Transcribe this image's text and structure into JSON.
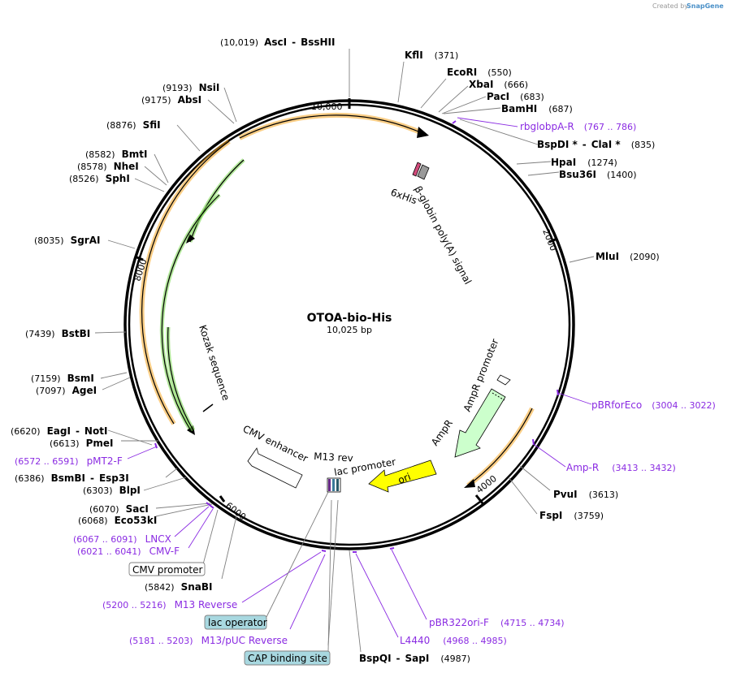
{
  "credit": {
    "prefix": "Created by",
    "brand": "SnapGene"
  },
  "plasmid": {
    "name": "OTOA-bio-His",
    "size": "10,025 bp"
  },
  "ticks": [
    {
      "label": "10,000"
    },
    {
      "label": "2000"
    },
    {
      "label": "4000"
    },
    {
      "label": "6000"
    },
    {
      "label": "8000"
    }
  ],
  "enzymes": [
    {
      "pos": "(10,019)",
      "name": "AscI",
      "sep": "-",
      "name2": "BssHII"
    },
    {
      "name": "KflI",
      "pos": "(371)"
    },
    {
      "name": "EcoRI",
      "pos": "(550)"
    },
    {
      "name": "XbaI",
      "pos": "(666)"
    },
    {
      "name": "PacI",
      "pos": "(683)"
    },
    {
      "name": "BamHI",
      "pos": "(687)"
    },
    {
      "name": "BspDI *",
      "sep": "-",
      "name2": "ClaI *",
      "pos": "(835)"
    },
    {
      "name": "HpaI",
      "pos": "(1274)"
    },
    {
      "name": "Bsu36I",
      "pos": "(1400)"
    },
    {
      "name": "MluI",
      "pos": "(2090)"
    },
    {
      "name": "PvuI",
      "pos": "(3613)"
    },
    {
      "name": "FspI",
      "pos": "(3759)"
    },
    {
      "name": "BspQI",
      "sep": "-",
      "name2": "SapI",
      "pos": "(4987)"
    },
    {
      "pos": "(5842)",
      "name": "SnaBI"
    },
    {
      "pos": "(6068)",
      "name": "Eco53kI"
    },
    {
      "pos": "(6070)",
      "name": "SacI"
    },
    {
      "pos": "(6303)",
      "name": "BlpI"
    },
    {
      "pos": "(6386)",
      "name": "BsmBI",
      "sep": "-",
      "name2": "Esp3I"
    },
    {
      "pos": "(6613)",
      "name": "PmeI"
    },
    {
      "pos": "(6620)",
      "name": "EagI",
      "sep": "-",
      "name2": "NotI"
    },
    {
      "pos": "(7097)",
      "name": "AgeI"
    },
    {
      "pos": "(7159)",
      "name": "BsmI"
    },
    {
      "pos": "(7439)",
      "name": "BstBI"
    },
    {
      "pos": "(8035)",
      "name": "SgrAI"
    },
    {
      "pos": "(8526)",
      "name": "SphI"
    },
    {
      "pos": "(8578)",
      "name": "NheI"
    },
    {
      "pos": "(8582)",
      "name": "BmtI"
    },
    {
      "pos": "(8876)",
      "name": "SfiI"
    },
    {
      "pos": "(9175)",
      "name": "AbsI"
    },
    {
      "pos": "(9193)",
      "name": "NsiI"
    }
  ],
  "primers": [
    {
      "name": "rbglobpA-R",
      "range": "(767 .. 786)"
    },
    {
      "name": "pBRforEco",
      "range": "(3004 .. 3022)"
    },
    {
      "name": "Amp-R",
      "range": "(3413 .. 3432)"
    },
    {
      "name": "pBR322ori-F",
      "range": "(4715 .. 4734)"
    },
    {
      "name": "L4440",
      "range": "(4968 .. 4985)"
    },
    {
      "name": "M13/pUC Reverse",
      "range": "(5181 .. 5203)"
    },
    {
      "name": "M13 Reverse",
      "range": "(5200 .. 5216)"
    },
    {
      "name": "CMV-F",
      "range": "(6021 .. 6041)"
    },
    {
      "name": "LNCX",
      "range": "(6067 .. 6091)"
    },
    {
      "name": "pMT2-F",
      "range": "(6572 .. 6591)"
    }
  ],
  "features_inside": [
    {
      "name": "6xHis"
    },
    {
      "name": "β-globin poly(A) signal"
    },
    {
      "name": "AmpR promoter"
    },
    {
      "name": "AmpR"
    },
    {
      "name": "ori"
    },
    {
      "name": "lac promoter"
    },
    {
      "name": "M13 rev"
    },
    {
      "name": "CMV enhancer"
    },
    {
      "name": "Kozak sequence"
    }
  ],
  "features_boxed": [
    {
      "name": "CMV promoter"
    },
    {
      "name": "lac operator"
    },
    {
      "name": "CAP binding site"
    }
  ],
  "colors": {
    "backbone": "#000000",
    "enzyme_line": "#7f7f7f",
    "primer": "#8a2be2",
    "orf_orange": "#f5a623",
    "orf_green": "#4caf50",
    "ampr_fill": "#ccffcc",
    "ori_fill": "#ffff00",
    "boxed_fill": "#a8d8e0"
  }
}
